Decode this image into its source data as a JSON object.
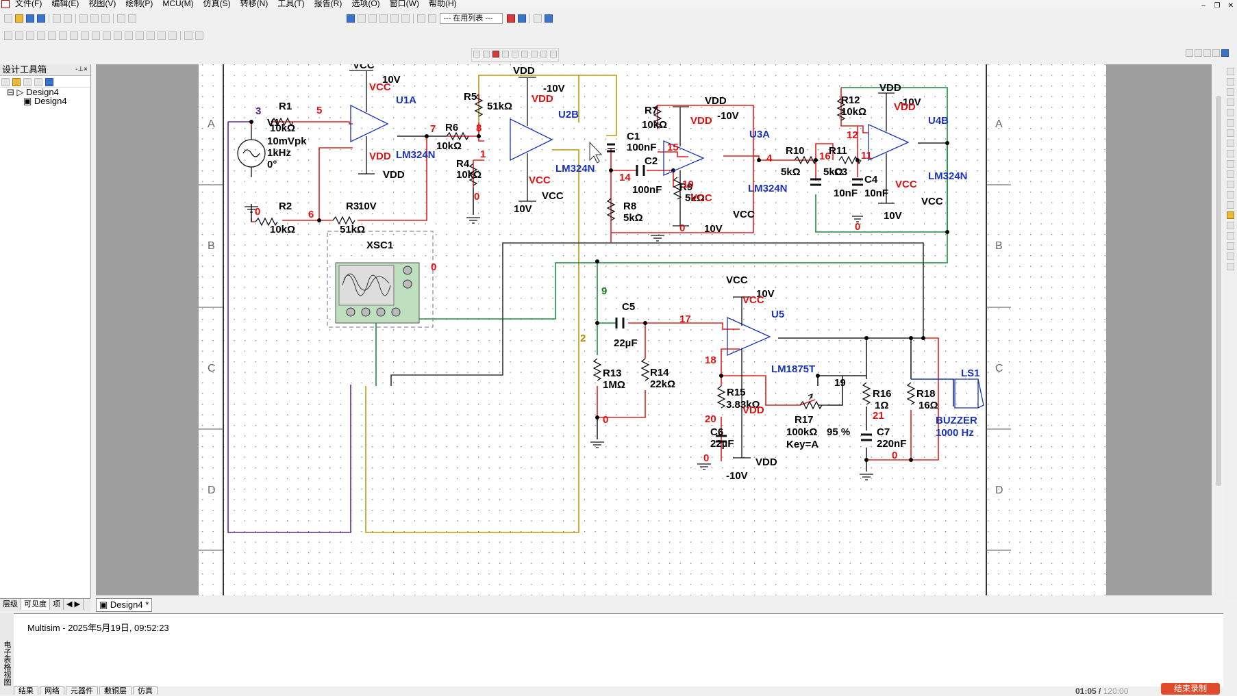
{
  "menubar": {
    "items": [
      "文件(F)",
      "编辑(E)",
      "视图(V)",
      "绘制(P)",
      "MCU(M)",
      "仿真(S)",
      "转移(N)",
      "工具(T)",
      "报告(R)",
      "选项(O)",
      "窗口(W)",
      "帮助(H)"
    ],
    "in_use_list": "--- 在用列表 ---"
  },
  "panel": {
    "title": "设计工具箱",
    "tree": {
      "root": "Design4",
      "child": "Design4"
    },
    "bottom_tabs": [
      "层级",
      "可见度",
      "项"
    ]
  },
  "sheet_tab": "Design4 *",
  "border": {
    "rows": [
      "A",
      "B",
      "C",
      "D"
    ]
  },
  "output": {
    "message": "Multisim  -  2025年5月19日, 09:52:23",
    "tabs": [
      "结果",
      "网络",
      "元器件",
      "敷铜层",
      "仿真"
    ],
    "side_label": "电子表格视图"
  },
  "recording": {
    "time": "01:05 /",
    "total": "120:00",
    "stop_label": "结束录制"
  },
  "schematic": {
    "source": {
      "name": "V1",
      "amp": "10mVpk",
      "freq": "1kHz",
      "phase": "0°"
    },
    "components": {
      "R1": "R1",
      "R1v": "10kΩ",
      "R2": "R2",
      "R2v": "10kΩ",
      "R3": "R3",
      "R3v": "51kΩ",
      "R4": "R4",
      "R4v": "10kΩ",
      "R5": "R5",
      "R5v": "51kΩ",
      "R6": "R6",
      "R6v": "10kΩ",
      "R7": "R7",
      "R7v": "10kΩ",
      "R8": "R8",
      "R8v": "5kΩ",
      "R9": "R9",
      "R9v": "5kΩ",
      "R10": "R10",
      "R10v": "5kΩ",
      "R11": "R11",
      "R11v": "5kΩ",
      "R12": "R12",
      "R12v": "10kΩ",
      "R13": "R13",
      "R13v": "1MΩ",
      "R14": "R14",
      "R14v": "22kΩ",
      "R15": "R15",
      "R15v": "3.83kΩ",
      "R16": "R16",
      "R16v": "1Ω",
      "R17": "R17",
      "R17v": "100kΩ",
      "R17pct": "95 %",
      "R17key": "Key=A",
      "R18": "R18",
      "R18v": "16Ω",
      "C1": "C1",
      "C1v": "100nF",
      "C2": "C2",
      "C2v": "100nF",
      "C3": "C3",
      "C3v": "10nF",
      "C4": "C4",
      "C4v": "10nF",
      "C5": "C5",
      "C5v": "22µF",
      "C6": "C6",
      "C6v": "22µF",
      "C7": "C7",
      "C7v": "220nF",
      "U1A": "U1A",
      "U2B": "U2B",
      "U3A": "U3A",
      "U4B": "U4B",
      "U5": "U5",
      "LM324N": "LM324N",
      "LM1875T": "LM1875T",
      "XSC1": "XSC1",
      "LS1": "LS1",
      "buzzer": "BUZZER",
      "buzzer_freq": "1000 Hz"
    },
    "rails": {
      "VCC": "VCC",
      "VDD": "VDD",
      "p10": "10V",
      "m10": "-10V"
    },
    "nets": [
      "3",
      "5",
      "7",
      "8",
      "6",
      "0",
      "1",
      "15",
      "14",
      "10",
      "4",
      "16",
      "11",
      "12",
      "9",
      "17",
      "18",
      "2",
      "20",
      "19",
      "21"
    ]
  }
}
